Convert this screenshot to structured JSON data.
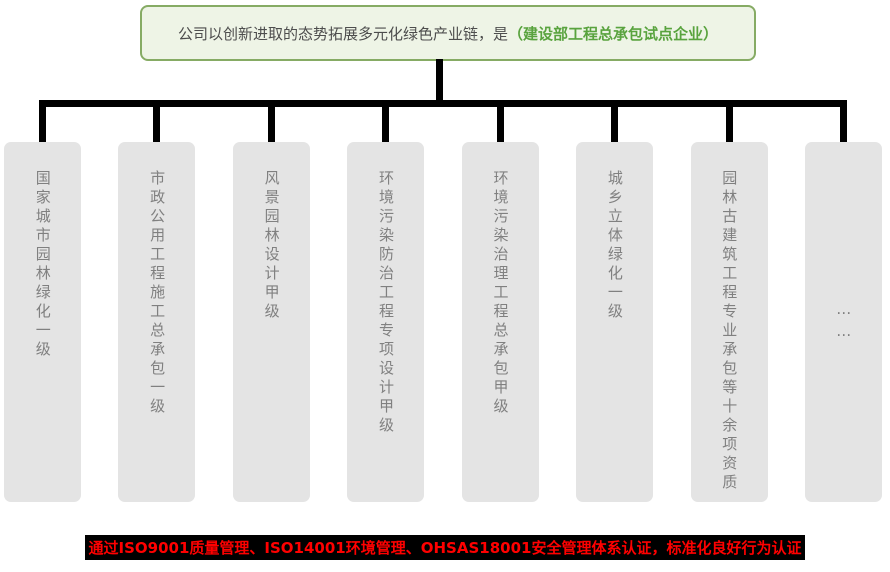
{
  "root": {
    "text_main": "公司以创新进取的态势拓展多元化绿色产业链，是 ",
    "text_highlight": "（建设部工程总承包试点企业）"
  },
  "qualifications": [
    {
      "label": "国家城市园林绿化一级"
    },
    {
      "label": "市政公用工程施工总承包一级"
    },
    {
      "label": "风景园林设计甲级"
    },
    {
      "label": "环境污染防治工程专项设计甲级"
    },
    {
      "label": "环境污染治理工程总承包甲级"
    },
    {
      "label": "城乡立体绿化一级"
    },
    {
      "label": "园林古建筑工程专业承包等十余项资质"
    },
    {
      "label": "……"
    }
  ],
  "footer": {
    "text": "通过ISO9001质量管理、ISO14001环境管理、OHSAS18001安全管理体系认证，标准化良好行为认证"
  },
  "colors": {
    "root_border": "#86ab64",
    "root_fill": "#eef4e6",
    "highlight_green": "#59a33e",
    "node_fill": "#e4e4e4",
    "node_text": "#808080",
    "connector": "#000000",
    "footer_text": "#ff0000",
    "footer_bg": "#000000"
  }
}
